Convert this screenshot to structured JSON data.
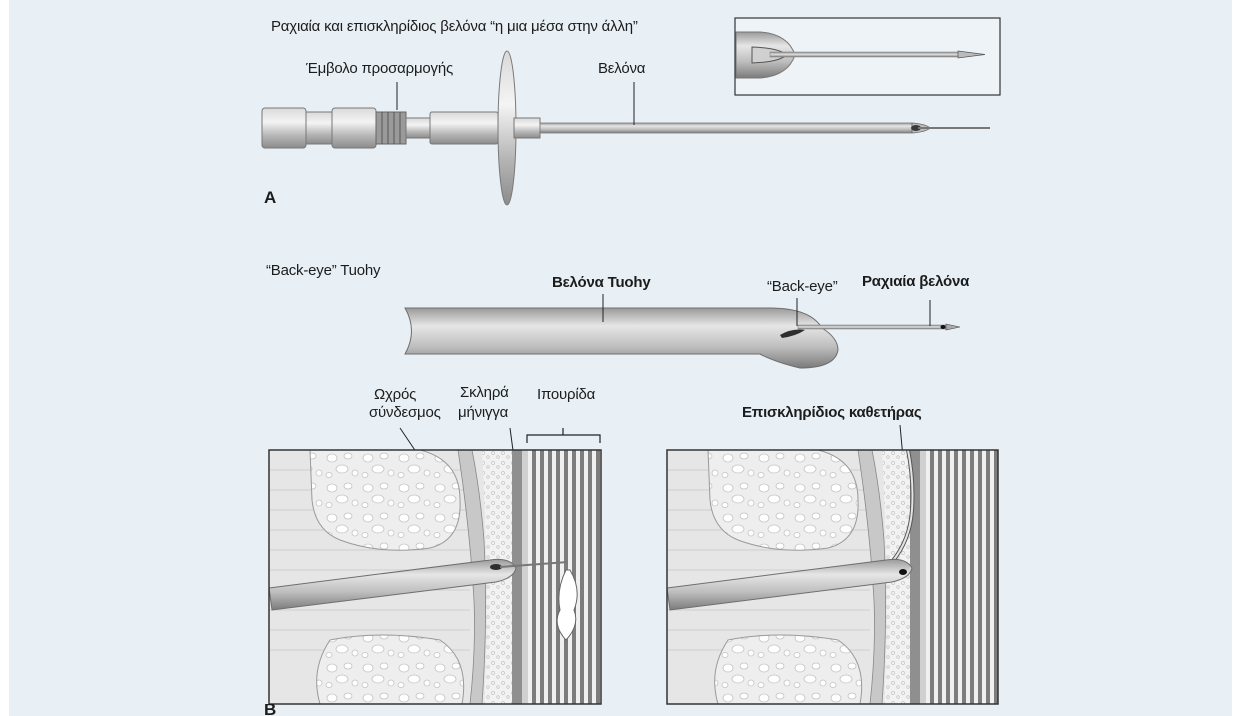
{
  "panel_a": {
    "letter": "A",
    "title": "Ραχιαία και επισκληρίδιος βελόνα “η μια μέσα στην άλλη”",
    "stylet_label": "Έμβολο προσαρμογής",
    "needle_label": "Βελόνα"
  },
  "panel_b": {
    "letter": "B",
    "title": "“Back-eye” Tuohy",
    "tuohy_label": "Βελόνα Tuohy",
    "backeye_label": "“Back-eye”",
    "spinal_label": "Ραχιαία βελόνα",
    "ligament_label_line1": "Ωχρός",
    "ligament_label_line2": "σύνδεσμος",
    "dura_label_line1": "Σκληρά",
    "dura_label_line2": "μήνιγγα",
    "cauda_label": "Ιπουρίδα",
    "catheter_label": "Επισκληρίδιος καθετήρας"
  },
  "colors": {
    "background": "#e8f0f6",
    "metal": "#a9a9a9",
    "metal_dark": "#6e6e6e",
    "bone": "#ececec",
    "tissue": "#d8d8d8",
    "ink": "#1c1c1c"
  }
}
